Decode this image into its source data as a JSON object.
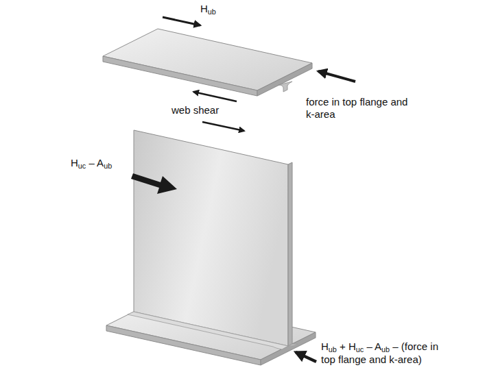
{
  "diagram": {
    "labels": [
      "Hub",
      "web shear",
      "force in top flange and k-area",
      "Huc – Aub",
      "Hub + Huc – Aub – (force in top flange and k-area)"
    ]
  }
}
